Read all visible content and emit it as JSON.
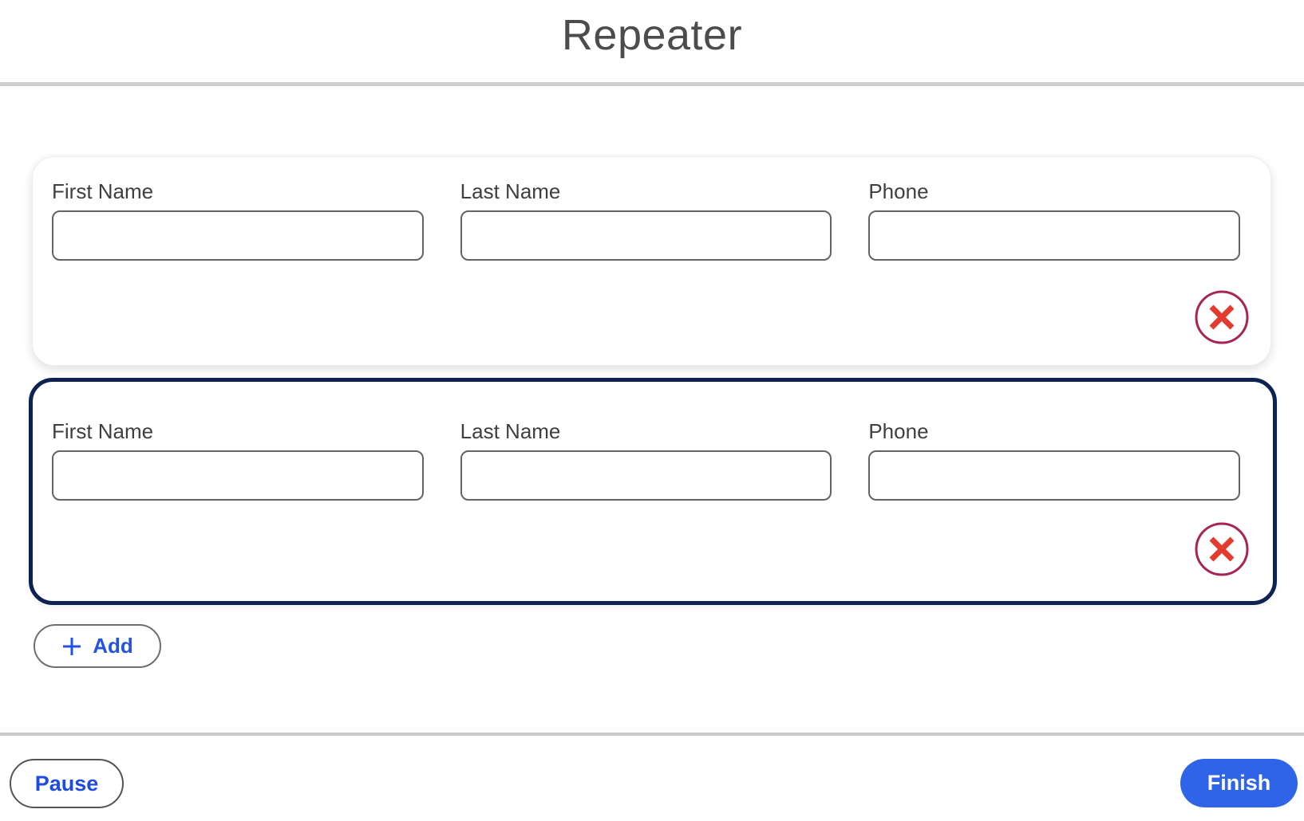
{
  "header": {
    "title": "Repeater"
  },
  "repeater": {
    "rows": [
      {
        "state": "default",
        "fields": [
          {
            "label": "First Name",
            "value": "",
            "placeholder": ""
          },
          {
            "label": "Last Name",
            "value": "",
            "placeholder": ""
          },
          {
            "label": "Phone",
            "value": "",
            "placeholder": ""
          }
        ],
        "remove_icon": "circle-x-icon"
      },
      {
        "state": "selected",
        "fields": [
          {
            "label": "First Name",
            "value": "",
            "placeholder": ""
          },
          {
            "label": "Last Name",
            "value": "",
            "placeholder": ""
          },
          {
            "label": "Phone",
            "value": "",
            "placeholder": ""
          }
        ],
        "remove_icon": "circle-x-icon"
      }
    ],
    "add_button": {
      "icon": "plus-icon",
      "label": "Add"
    }
  },
  "footer": {
    "pause_label": "Pause",
    "finish_label": "Finish"
  },
  "colors": {
    "accent_blue_text": "#2353e3",
    "finish_fill": "#2f64e8",
    "selected_card_border": "#0d2152",
    "remove_ring": "#a62456",
    "remove_x": "#e23c30",
    "title_gray": "#4c4c4c",
    "input_border_gray": "#646464"
  }
}
